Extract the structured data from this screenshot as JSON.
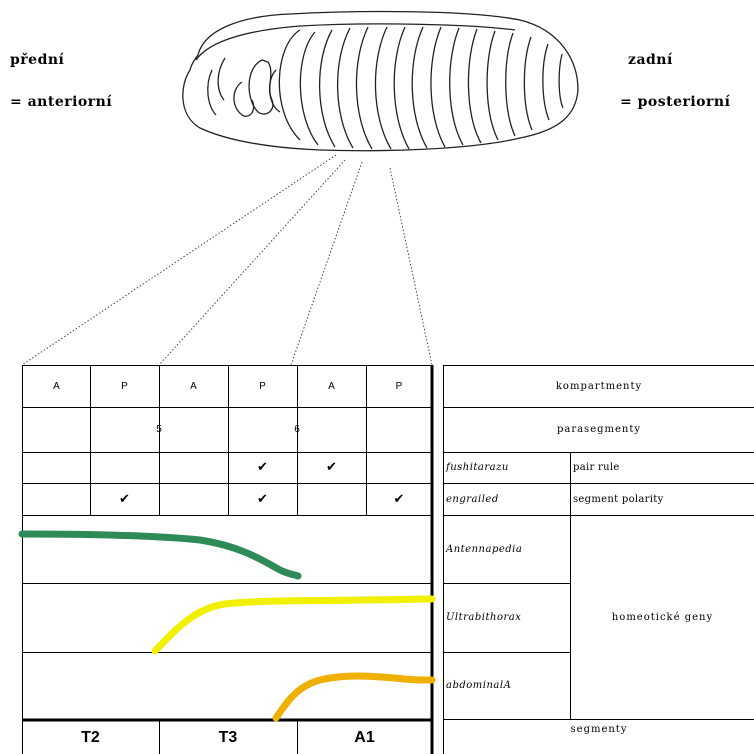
{
  "labels": {
    "anterior_word": "přední",
    "anterior_term": "= anteriorní",
    "posterior_word": "zadní",
    "posterior_term": "= posteriorní"
  },
  "compartments": [
    "A",
    "P",
    "A",
    "P",
    "A",
    "P"
  ],
  "parasegments": [
    "5",
    "6"
  ],
  "pair_rule_checks": [
    "",
    "",
    "",
    "✔",
    "✔",
    ""
  ],
  "segment_polarity_checks": [
    "",
    "✔",
    "",
    "✔",
    "",
    "✔"
  ],
  "segments": [
    "T2",
    "T3",
    "A1"
  ],
  "right_table": {
    "compartments": "kompartmenty",
    "parasegments": "parasegmenty",
    "fushi_gene": "fushitarazu",
    "pair_rule": "pair rule",
    "engrailed_gene": "engrailed",
    "segment_polarity": "segment polarity",
    "antennapedia": "Antennapedia",
    "ultrabithorax": "Ultrabithorax",
    "abdominal_a": "abdominalA",
    "homeotic": "homeotické geny",
    "segments": "segmenty"
  },
  "colors": {
    "antennapedia": "#2e8b57",
    "ultrabithorax": "#f0f000",
    "abdominal_a": "#f0b000"
  }
}
